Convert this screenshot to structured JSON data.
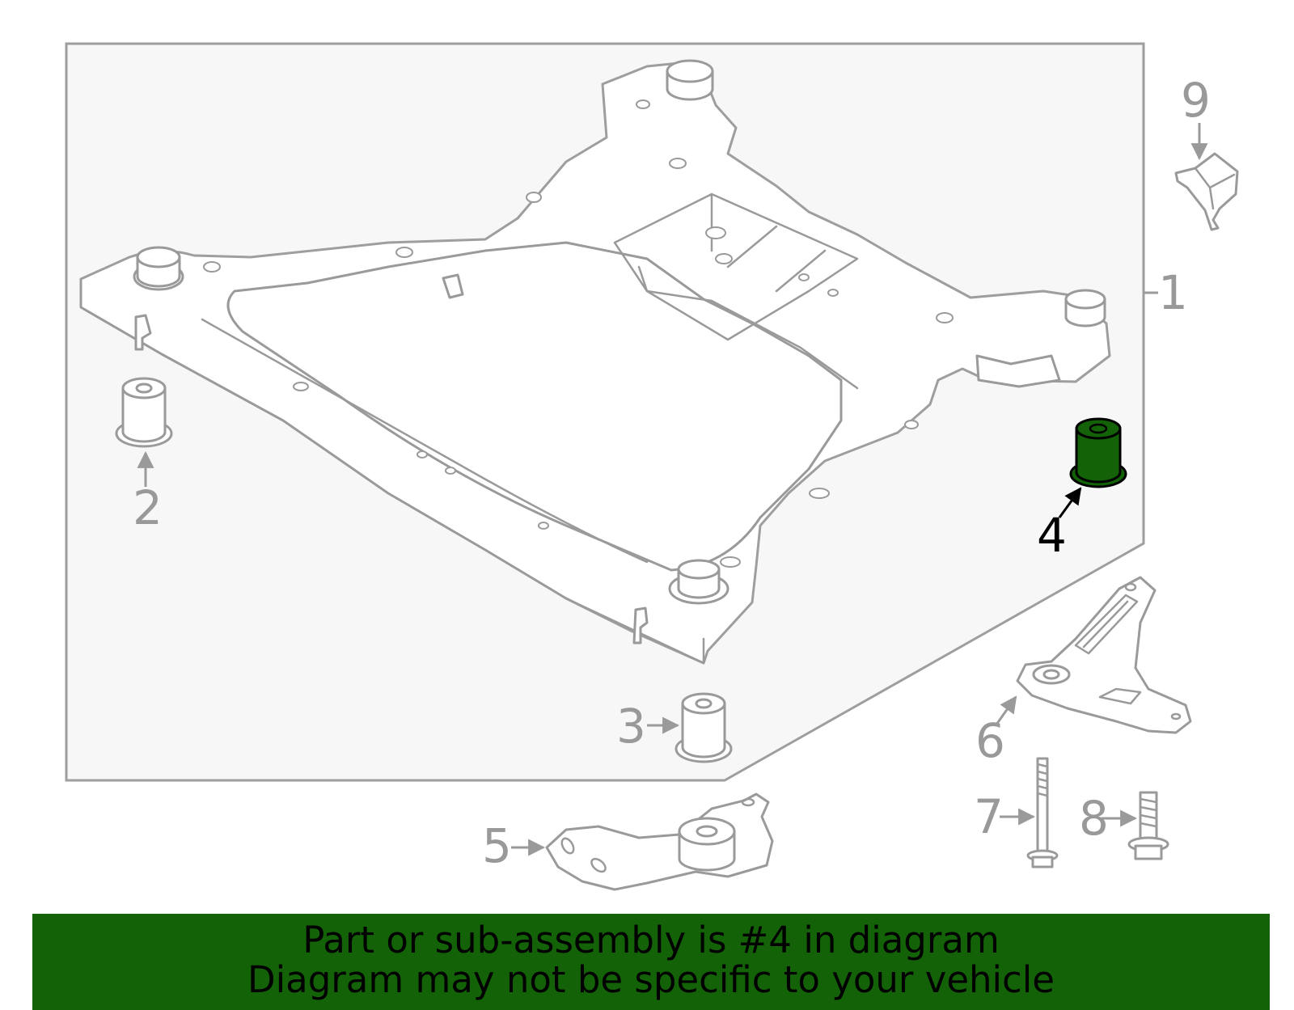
{
  "diagram": {
    "callouts": {
      "c1": "1",
      "c2": "2",
      "c3": "3",
      "c4": "4",
      "c5": "5",
      "c6": "6",
      "c7": "7",
      "c8": "8",
      "c9": "9"
    },
    "highlighted_part": "4",
    "colors": {
      "highlight": "#136207",
      "box_background": "#f7f7f7",
      "line": "#9a9a9a",
      "banner": "#136207"
    }
  },
  "banner": {
    "line1": "Part or sub-assembly is #4 in diagram",
    "line2": "Diagram may not be specific to your vehicle"
  }
}
